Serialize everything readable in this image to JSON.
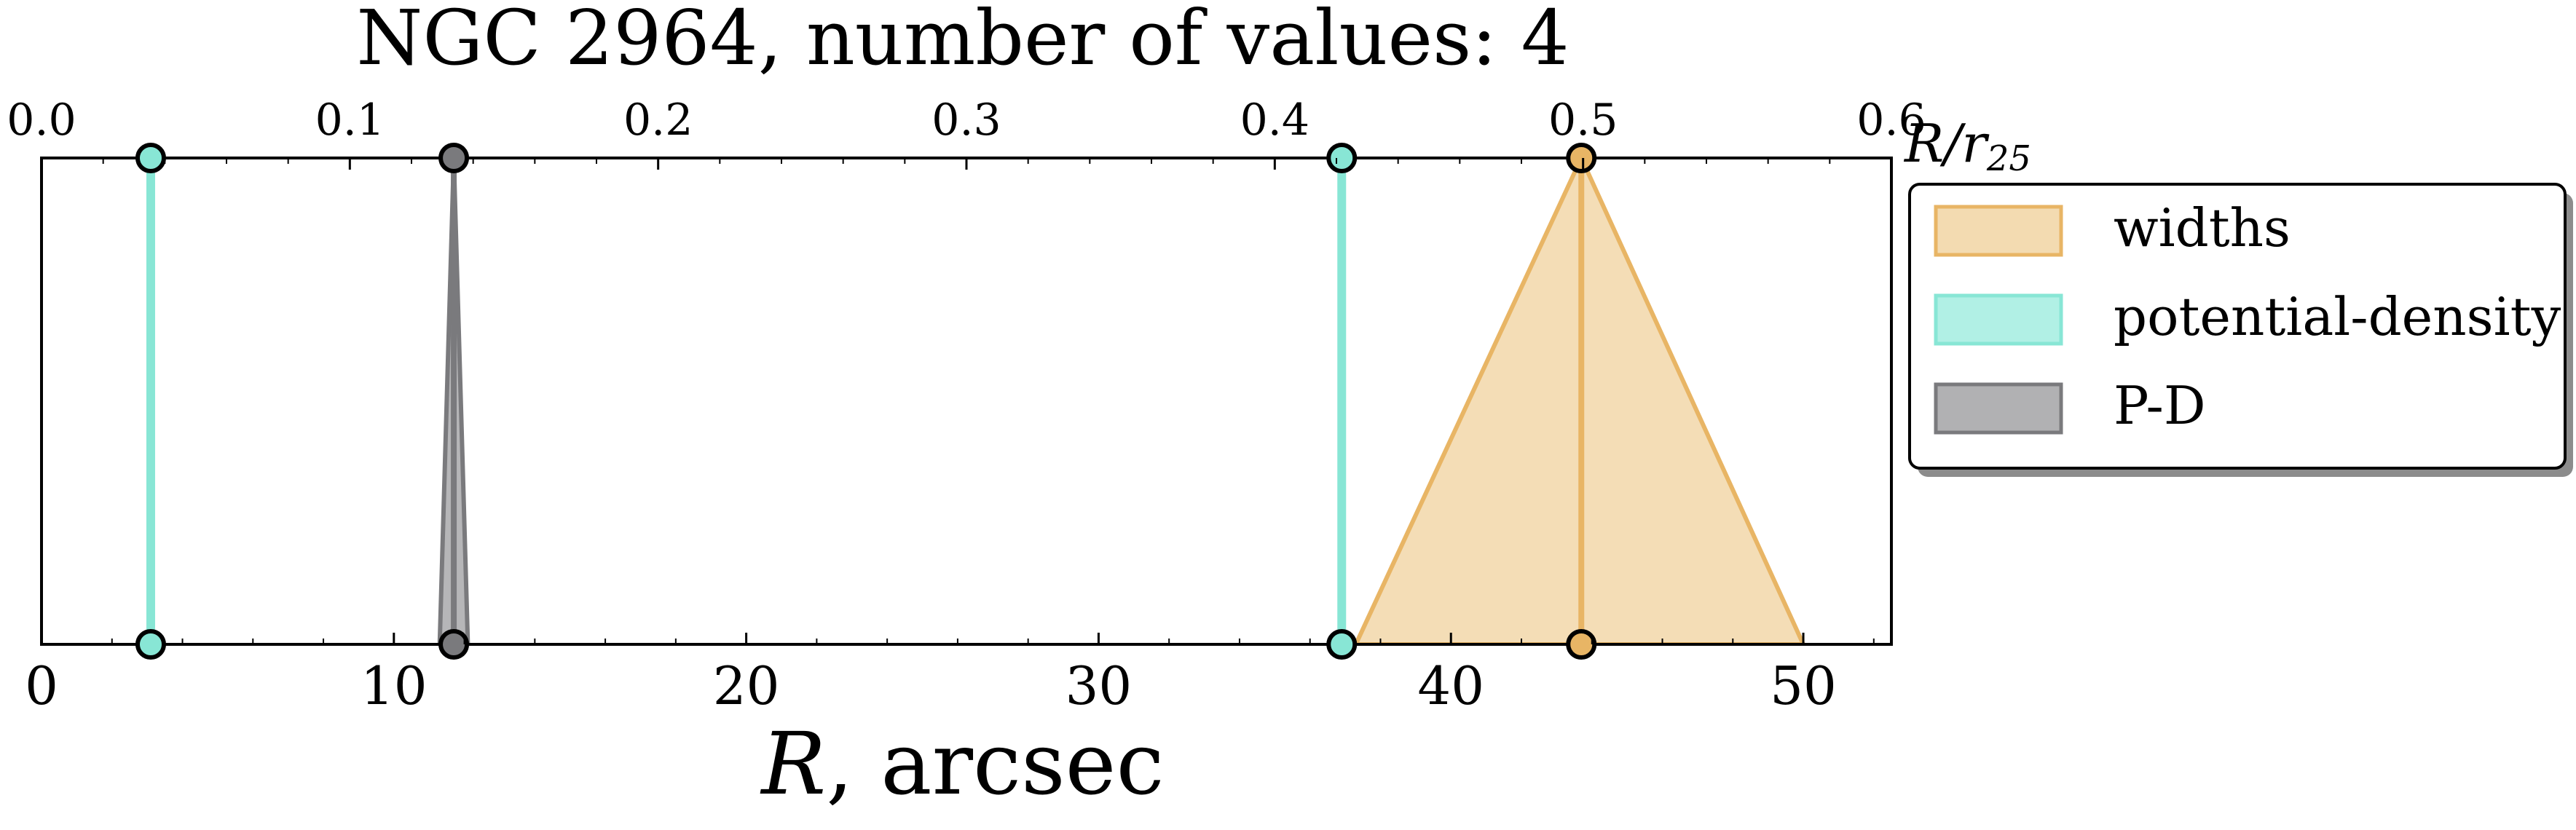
{
  "chart_data": {
    "type": "line",
    "title": "NGC 2964, number of values: 4",
    "xlabel_italic": "R",
    "xlabel_rest": ", arcsec",
    "x2label_main": "R/r",
    "x2label_sub": "25",
    "xlim": [
      0,
      52.5
    ],
    "x_ticks": [
      0,
      10,
      20,
      30,
      40,
      50
    ],
    "x_tick_labels": [
      "0",
      "10",
      "20",
      "30",
      "40",
      "50"
    ],
    "x2lim": [
      0.0,
      0.6
    ],
    "x2_ticks": [
      0.0,
      0.1,
      0.2,
      0.3,
      0.4,
      0.5,
      0.6
    ],
    "x2_tick_labels": [
      "0.0",
      "0.1",
      "0.2",
      "0.3",
      "0.4",
      "0.5",
      "0.6"
    ],
    "grid": false,
    "legend_position": "outside-right",
    "series": [
      {
        "name": "widths",
        "color": "#e8b565",
        "fill": "#f2d7a9",
        "center": 43.7,
        "range": [
          37.3,
          50.0
        ],
        "shape": "triangle"
      },
      {
        "name": "potential-density",
        "color": "#88e6d5",
        "fill": "#a8eee2",
        "values": [
          3.1,
          36.9
        ],
        "shape": "line"
      },
      {
        "name": "P-D",
        "color": "#7a7a7d",
        "fill": "#a9a9ab",
        "center": 11.7,
        "range": [
          11.3,
          12.1
        ],
        "shape": "triangle"
      }
    ]
  }
}
